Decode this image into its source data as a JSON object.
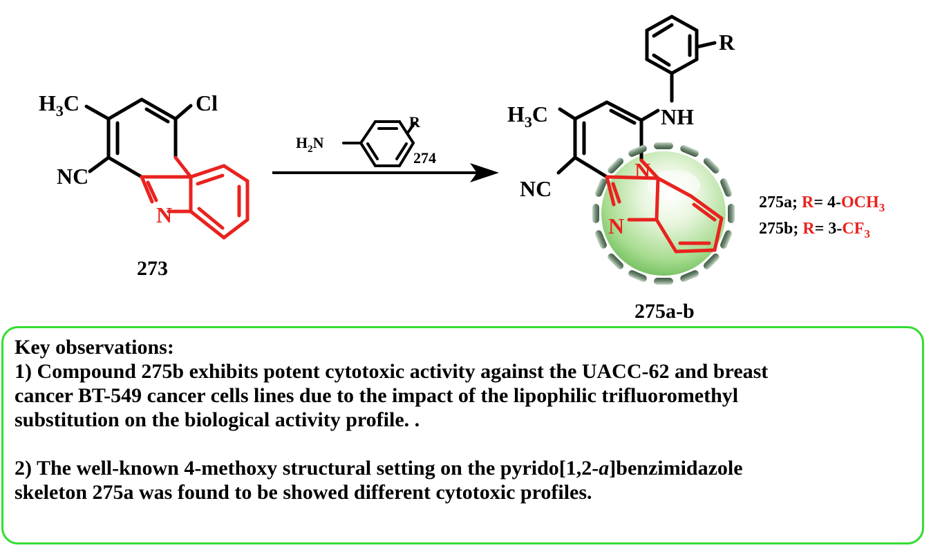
{
  "reactant": {
    "label": "273",
    "methyl": {
      "main": "H",
      "sub": "3",
      "tail": "C"
    },
    "chloro": "Cl",
    "nitrile": "NC",
    "n_atom": "N"
  },
  "reagent": {
    "label": "274",
    "amine": {
      "main": "H",
      "sub": "2",
      "tail": "N"
    },
    "r_group": "R"
  },
  "product": {
    "label": "275a-b",
    "methyl": {
      "main": "H",
      "sub": "3",
      "tail": "C"
    },
    "amine": "NH",
    "nitrile": "NC",
    "n_atom": "N",
    "r_group": "R"
  },
  "variants": [
    {
      "prefix": "275a; ",
      "r": "R",
      "eq": "= 4-",
      "sub_main": "OCH",
      "sub_idx": "3"
    },
    {
      "prefix": "275b; ",
      "r": "R",
      "eq": "= 3-",
      "sub_main": "CF",
      "sub_idx": "3"
    }
  ],
  "colors": {
    "ring_red": "#e8231f",
    "border_green": "#33dd33",
    "sphere_green": "#8fd17a"
  },
  "observations": {
    "heading": "Key observations:",
    "obs1_lines": [
      "1) Compound 275b exhibits potent cytotoxic activity against the UACC-62 and breast",
      "cancer BT-549 cancer cells lines due to the impact of the lipophilic trifluoromethyl",
      "substitution on the biological activity profile.  ."
    ],
    "obs2_line1_before": "2) The well-known 4-methoxy structural setting on the pyrido[1,2-",
    "obs2_line1_italic": "a",
    "obs2_line1_after": "]benzimidazole",
    "obs2_line2": "skeleton 275a was found to be showed different cytotoxic profiles."
  }
}
